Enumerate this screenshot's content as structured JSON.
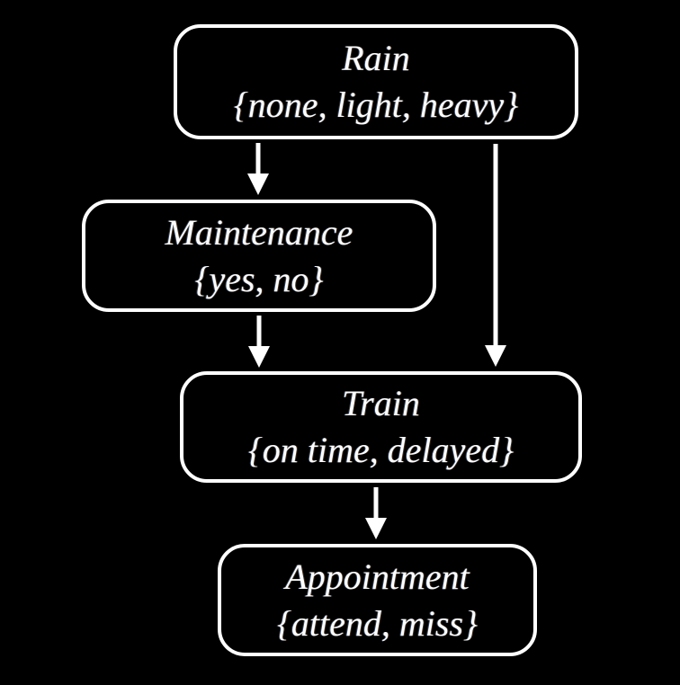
{
  "diagram": {
    "kind": "bayesian-network",
    "background_color": "#000000",
    "node_border_color": "#ffffff",
    "edge_color": "#ffffff",
    "text_color": "#ffffff",
    "nodes": {
      "rain": {
        "title": "Rain",
        "values": "{none, light, heavy}"
      },
      "maintenance": {
        "title": "Maintenance",
        "values": "{yes, no}"
      },
      "train": {
        "title": "Train",
        "values": "{on time, delayed}"
      },
      "appointment": {
        "title": "Appointment",
        "values": "{attend, miss}"
      }
    },
    "edges": [
      {
        "from": "Rain",
        "to": "Maintenance"
      },
      {
        "from": "Rain",
        "to": "Train"
      },
      {
        "from": "Maintenance",
        "to": "Train"
      },
      {
        "from": "Train",
        "to": "Appointment"
      }
    ]
  }
}
